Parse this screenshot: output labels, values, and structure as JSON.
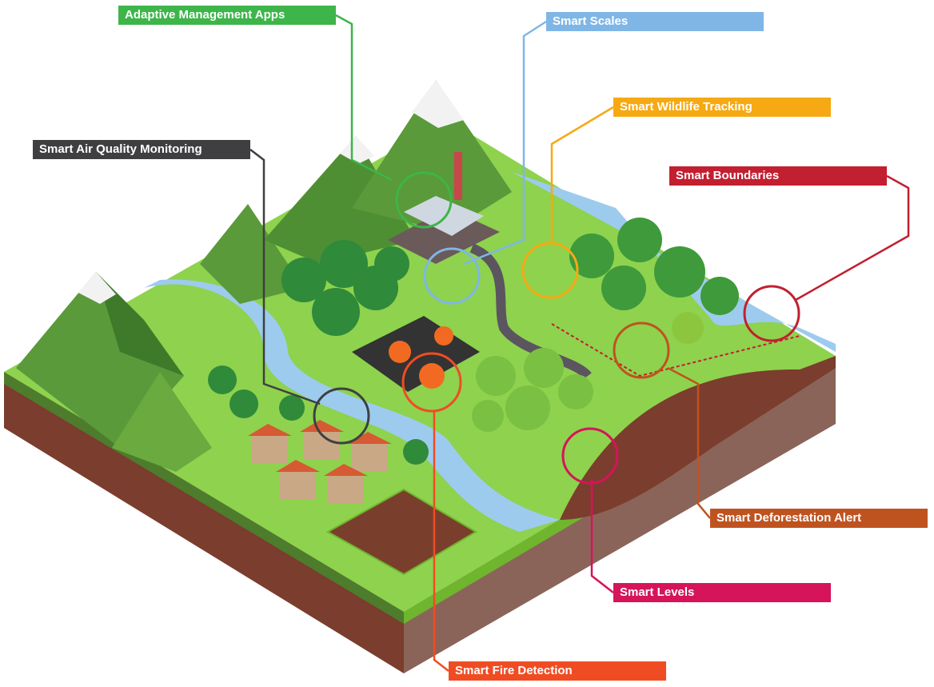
{
  "labels": {
    "adaptive_management": {
      "text": "Adaptive Management Apps",
      "color": "#3db54a"
    },
    "smart_scales": {
      "text": "Smart Scales",
      "color": "#7fb6e6"
    },
    "wildlife_tracking": {
      "text": "Smart Wildlife Tracking",
      "color": "#f6a913"
    },
    "air_quality": {
      "text": "Smart Air Quality Monitoring",
      "color": "#3f3f41"
    },
    "boundaries": {
      "text": "Smart Boundaries",
      "color": "#c21f30"
    },
    "deforestation": {
      "text": "Smart Deforestation Alert",
      "color": "#bf531f"
    },
    "levels": {
      "text": "Smart Levels",
      "color": "#d5145a"
    },
    "fire_detection": {
      "text": "Smart Fire Detection",
      "color": "#f04c23"
    }
  }
}
